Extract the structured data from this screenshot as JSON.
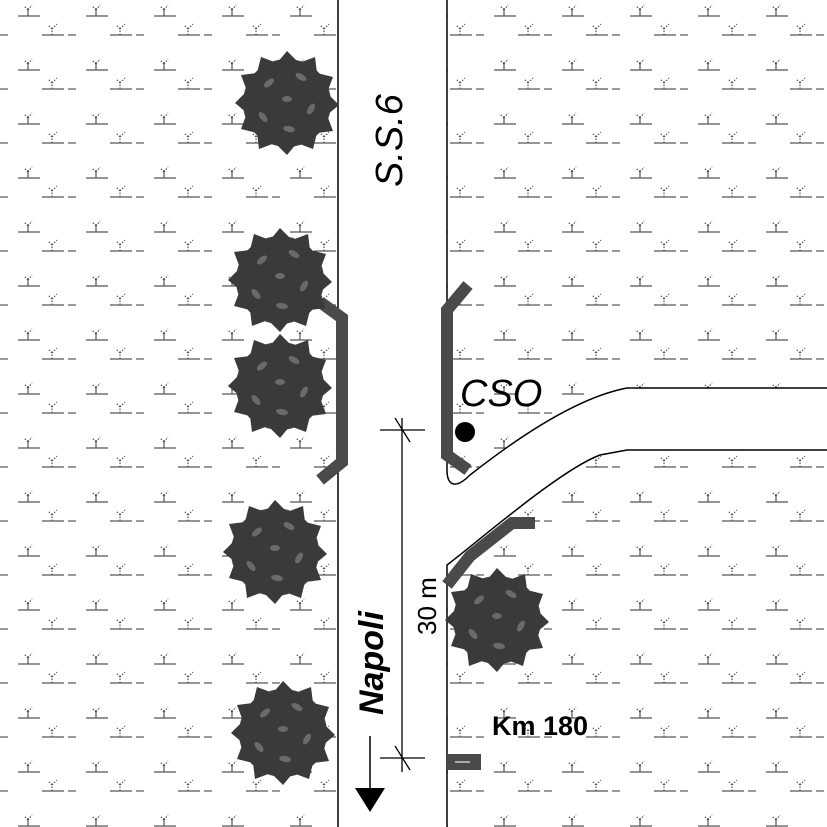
{
  "labels": {
    "road_name": "S.S.6",
    "station": "CSO",
    "direction": "Napoli",
    "distance": "30 m",
    "kilometer": "Km 180"
  },
  "colors": {
    "barrier": "#4a4a4a",
    "tree": "#3f3f3f",
    "grass": "#555555"
  }
}
